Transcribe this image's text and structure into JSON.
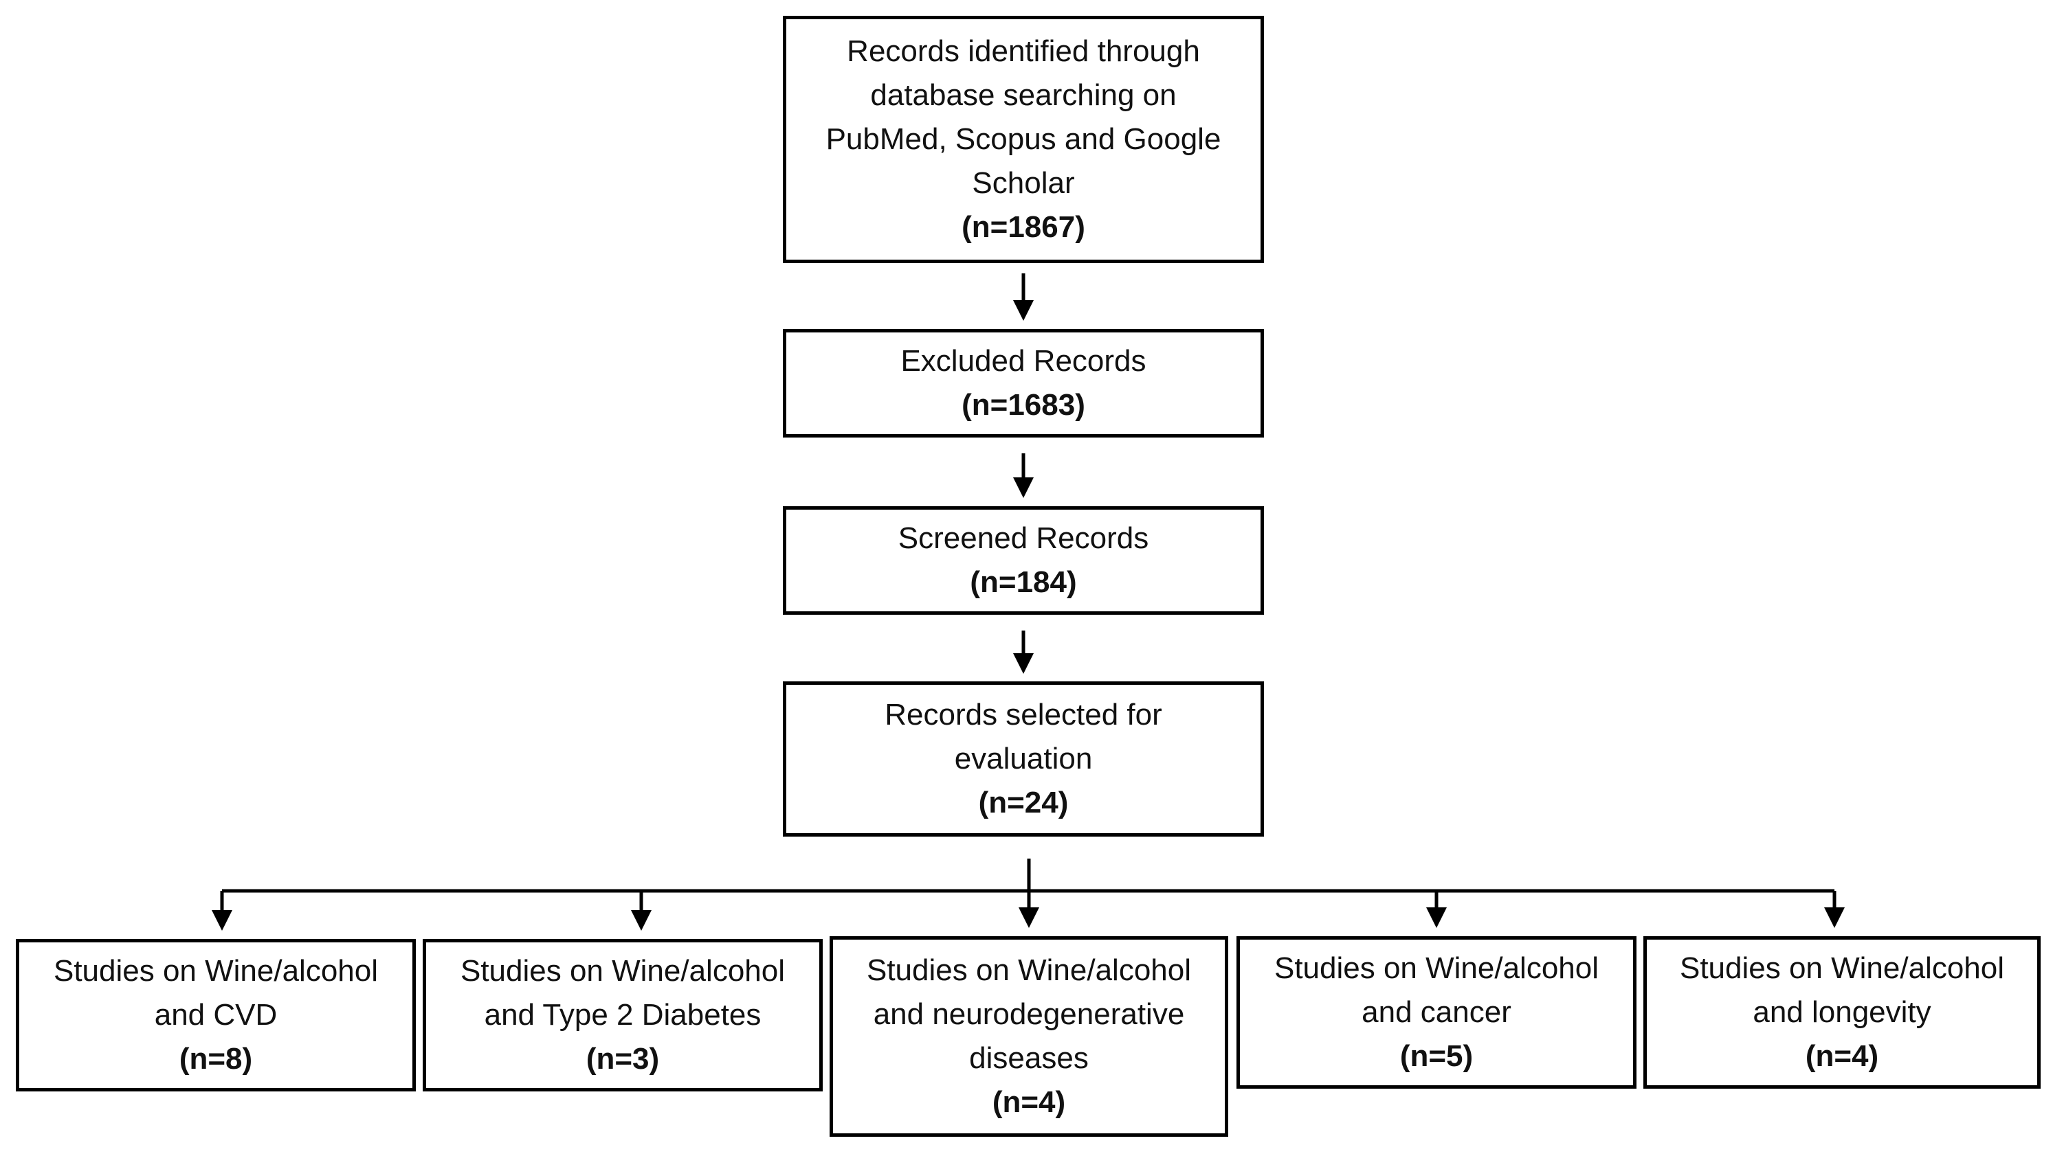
{
  "nodes": {
    "identified": {
      "lines": [
        "Records identified through",
        "database searching on",
        "PubMed, Scopus and Google",
        "Scholar"
      ],
      "count": "(n=1867)"
    },
    "excluded": {
      "lines": [
        "Excluded Records"
      ],
      "count": "(n=1683)"
    },
    "screened": {
      "lines": [
        "Screened Records"
      ],
      "count": "(n=184)"
    },
    "selected": {
      "lines": [
        "Records selected for",
        "evaluation"
      ],
      "count": "(n=24)"
    },
    "cvd": {
      "lines": [
        "Studies on Wine/alcohol",
        "and CVD"
      ],
      "count": "(n=8)"
    },
    "diabetes": {
      "lines": [
        "Studies on Wine/alcohol",
        "and Type 2 Diabetes"
      ],
      "count": "(n=3)"
    },
    "neuro": {
      "lines": [
        "Studies on Wine/alcohol",
        "and neurodegenerative",
        "diseases"
      ],
      "count": "(n=4)"
    },
    "cancer": {
      "lines": [
        "Studies on Wine/alcohol",
        "and cancer"
      ],
      "count": "(n=5)"
    },
    "longevity": {
      "lines": [
        "Studies on Wine/alcohol",
        "and longevity"
      ],
      "count": "(n=4)"
    }
  },
  "style": {
    "stroke": "#000000",
    "box_fill": "#ffffff",
    "text": "#111111"
  }
}
